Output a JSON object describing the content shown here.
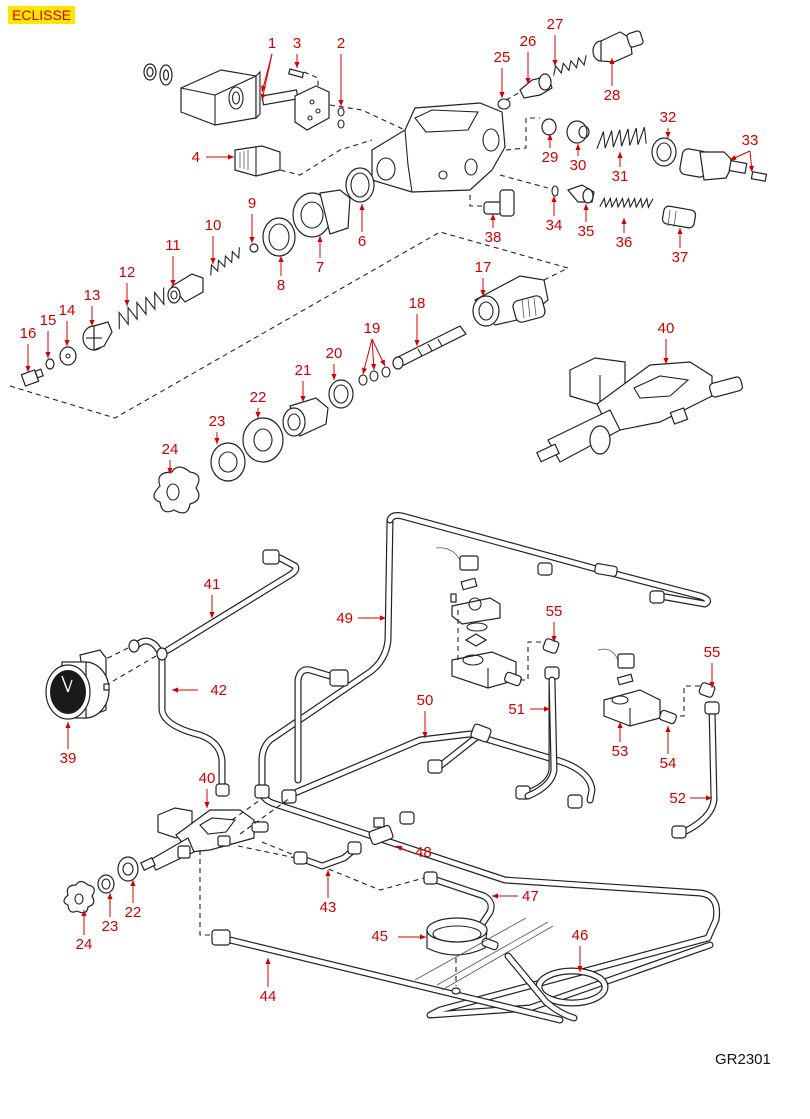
{
  "title_tag": "ECLISSE",
  "drawing_code": "GR2301",
  "colors": {
    "callout": "#d40000",
    "tag_background": "#ffe600",
    "line": "#222222"
  },
  "callouts": [
    "1",
    "2",
    "3",
    "4",
    "6",
    "7",
    "8",
    "9",
    "10",
    "11",
    "12",
    "13",
    "14",
    "15",
    "16",
    "17",
    "18",
    "19",
    "20",
    "21",
    "22",
    "23",
    "24",
    "25",
    "26",
    "27",
    "28",
    "29",
    "30",
    "31",
    "32",
    "33",
    "34",
    "35",
    "36",
    "37",
    "38",
    "40",
    "41",
    "42",
    "39",
    "40",
    "43",
    "44",
    "45",
    "46",
    "47",
    "48",
    "49",
    "50",
    "51",
    "52",
    "53",
    "54",
    "55",
    "55",
    "22",
    "23",
    "24"
  ]
}
